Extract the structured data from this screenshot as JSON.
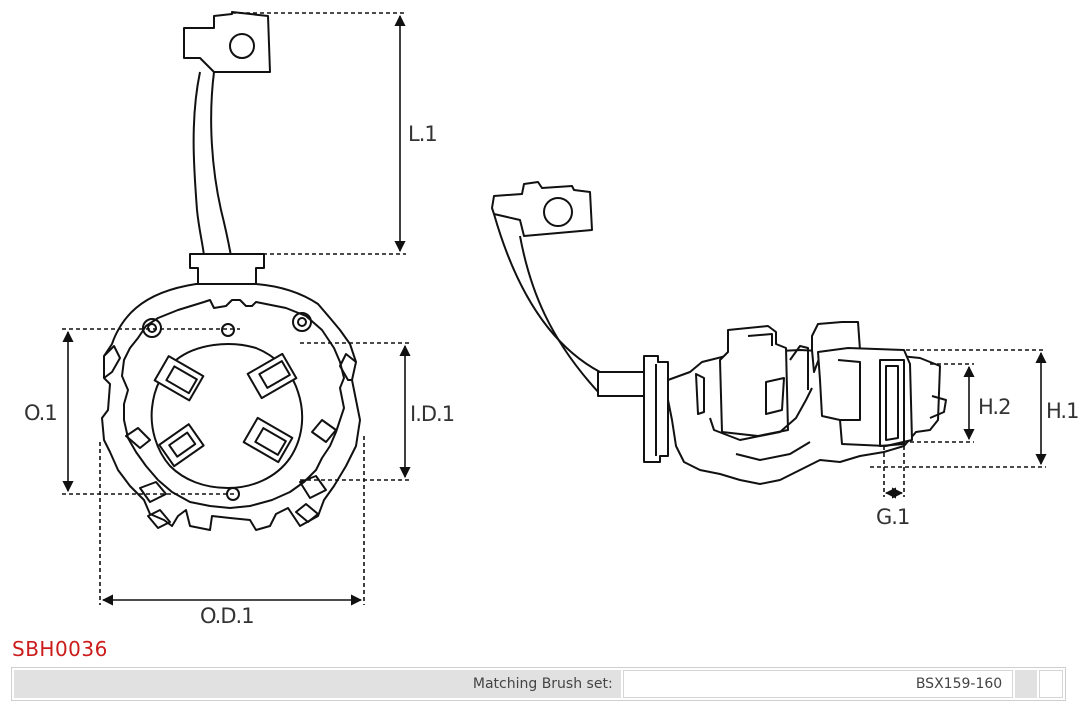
{
  "diagram": {
    "labels": {
      "l1": "L.1",
      "o1": "O.1",
      "id1": "I.D.1",
      "od1": "O.D.1",
      "h1": "H.1",
      "h2": "H.2",
      "g1": "G.1"
    }
  },
  "product": {
    "code": "SBH0036",
    "code_color": "#cc1b1b"
  },
  "spec_table": {
    "rows": [
      {
        "label": "Matching Brush set:",
        "value": "BSX159-160"
      }
    ]
  }
}
